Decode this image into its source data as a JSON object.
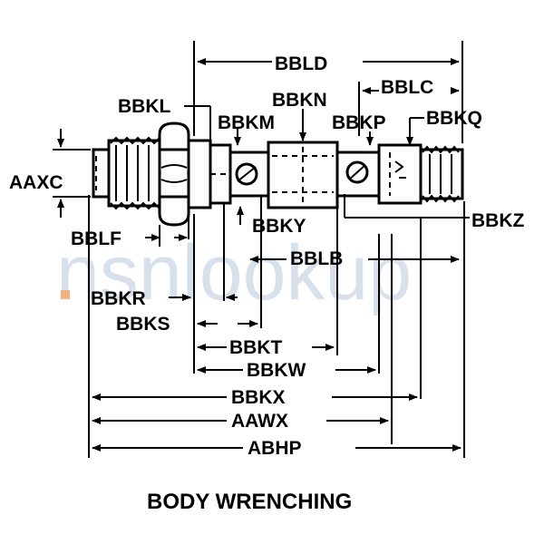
{
  "diagram": {
    "caption": "BODY WRENCHING",
    "watermark": "nsnlookup",
    "labels": {
      "bbld": "BBLD",
      "bblc": "BBLC",
      "bbkl": "BBKL",
      "bbkn": "BBKN",
      "bbkm": "BBKM",
      "bbkp": "BBKP",
      "bbkq": "BBKQ",
      "aaxc": "AAXC",
      "bbky": "BBKY",
      "bbkz": "BBKZ",
      "bblf": "BBLF",
      "bblb": "BBLB",
      "bbkr": "BBKR",
      "bbks": "BBKS",
      "bbkt": "BBKT",
      "bbkw": "BBKW",
      "bbkx": "BBKX",
      "aawx": "AAWX",
      "abhp": "ABHP"
    }
  }
}
